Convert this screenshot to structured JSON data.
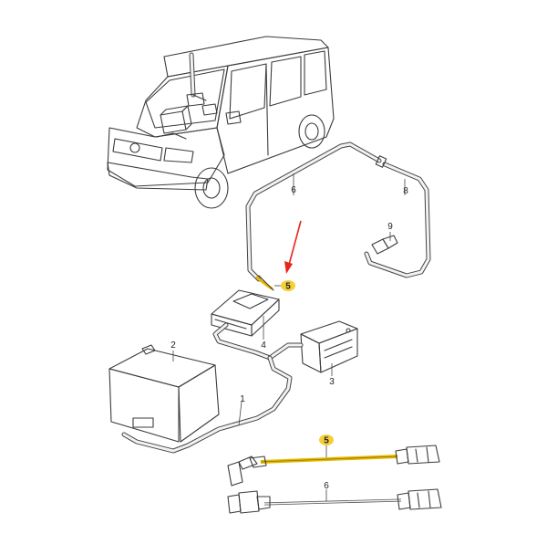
{
  "callouts": {
    "c1": "1",
    "c2": "2",
    "c3": "3",
    "c4": "4",
    "c5_main": "5",
    "c5_detail": "5",
    "c6_main": "6",
    "c6_detail": "6",
    "c8": "8",
    "c9": "9"
  },
  "colors": {
    "highlight": "#f5cf3a",
    "arrow": "#e8231b",
    "line": "#3c3c3c",
    "fill_gray": "#d9dcdf",
    "fill_dark": "#8e959b"
  }
}
